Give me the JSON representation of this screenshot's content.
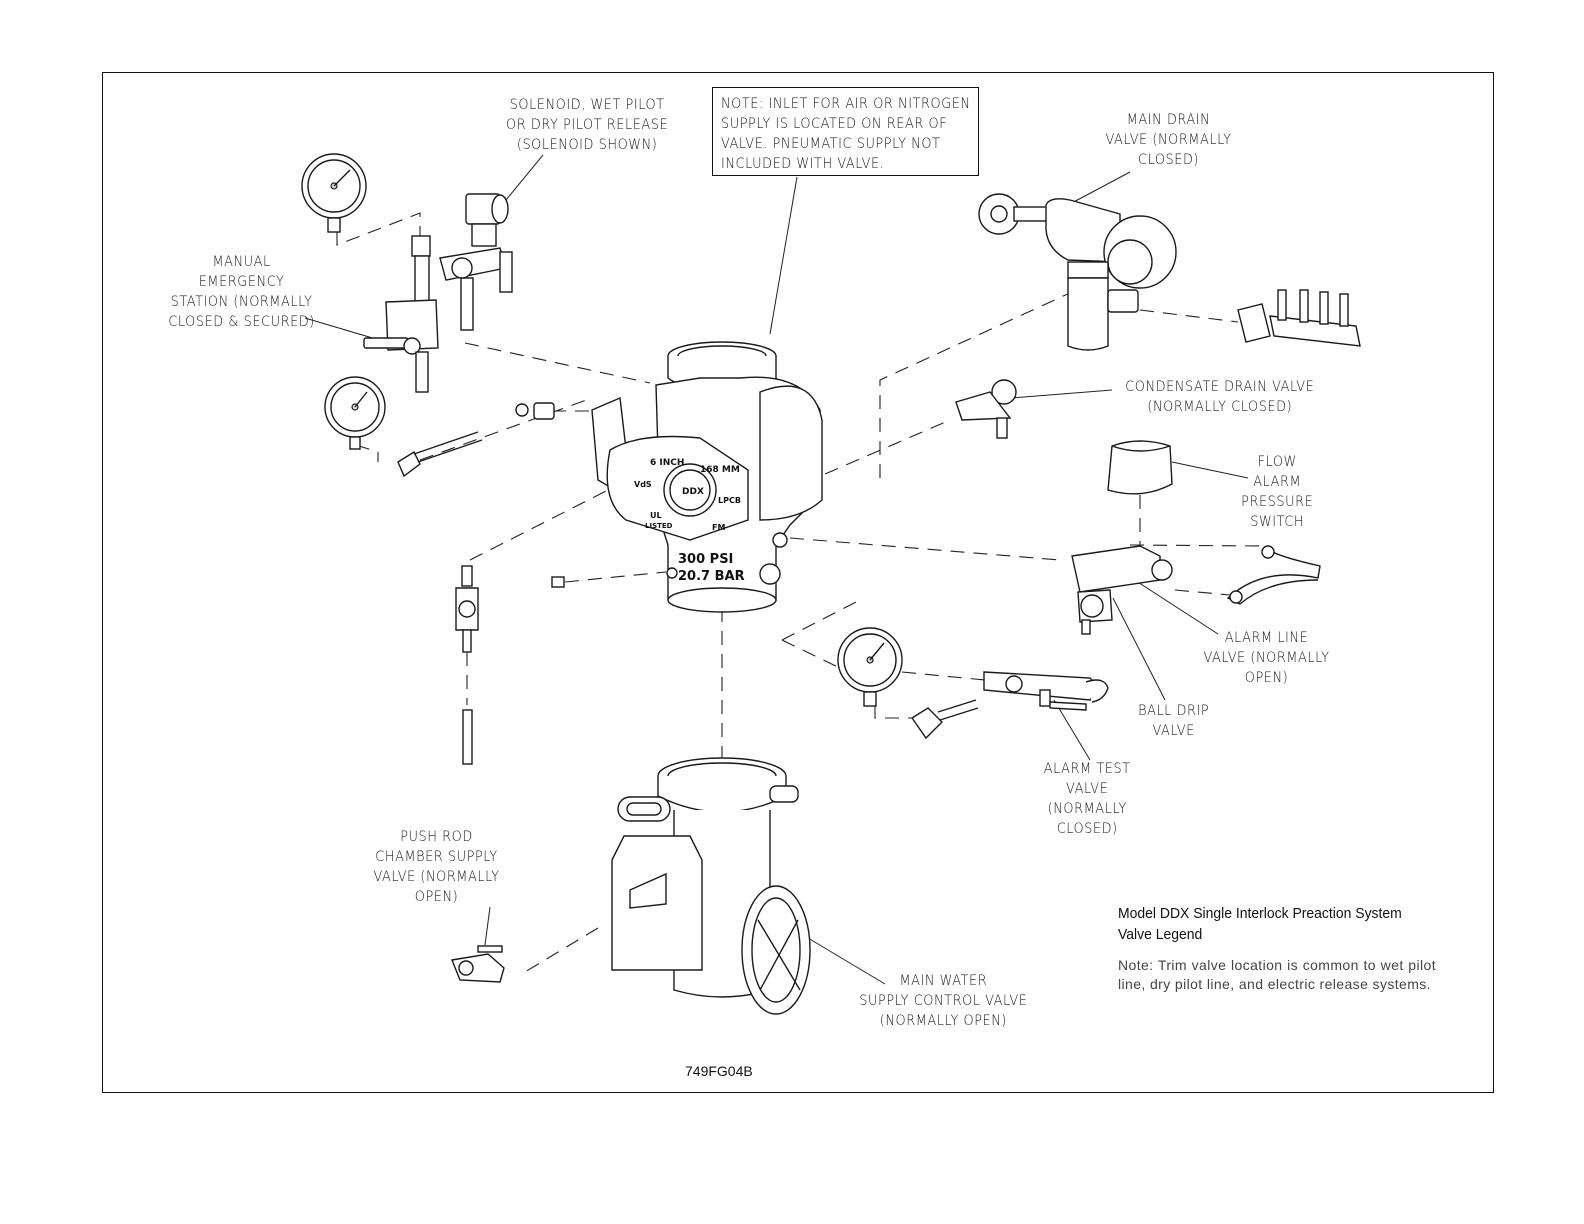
{
  "labels": {
    "solenoid": "SOLENOID, WET PILOT\nOR DRY PILOT RELEASE\n(SOLENOID SHOWN)",
    "note_inlet": "NOTE: INLET FOR AIR OR NITROGEN\nSUPPLY IS LOCATED ON REAR OF\nVALVE. PNEUMATIC SUPPLY NOT\nINCLUDED WITH VALVE.",
    "main_drain": "MAIN DRAIN\nVALVE (NORMALLY\nCLOSED)",
    "manual_emergency": "MANUAL\nEMERGENCY\nSTATION (NORMALLY\nCLOSED & SECURED)",
    "condensate_drain": "CONDENSATE DRAIN VALVE\n(NORMALLY CLOSED)",
    "flow_alarm": "FLOW\nALARM\nPRESSURE\nSWITCH",
    "alarm_line": "ALARM LINE\nVALVE (NORMALLY\nOPEN)",
    "ball_drip": "BALL DRIP\nVALVE",
    "alarm_test": "ALARM TEST\nVALVE\n(NORMALLY\nCLOSED)",
    "push_rod": "PUSH ROD\nCHAMBER SUPPLY\nVALVE (NORMALLY\nOPEN)",
    "main_water": "MAIN WATER\nSUPPLY CONTROL VALVE\n(NORMALLY OPEN)"
  },
  "valve_markings": {
    "size_inch": "6 INCH",
    "size_mm": "168 MM",
    "model": "DDX",
    "vds": "VdS",
    "lpcb": "LPCB",
    "ul": "UL",
    "rating_psi": "300 PSI",
    "rating_bar": "20.7 BAR",
    "fm": "FM",
    "listed": "LISTED"
  },
  "legend": {
    "title": "Model DDX Single Interlock Preaction System\nValve Legend",
    "note": "Note: Trim valve location is common to wet pilot line, dry pilot line, and electric release systems."
  },
  "figure_id": "749FG04B"
}
